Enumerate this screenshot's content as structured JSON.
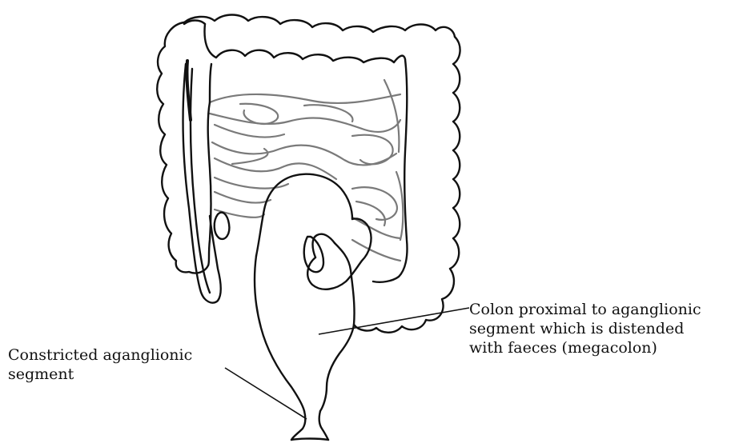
{
  "labels": {
    "constricted": {
      "line1": "Constricted aganglionic",
      "line2": "segment"
    },
    "proximal": {
      "line1": "Colon proximal to aganglionic",
      "line2": "segment which is distended",
      "line3": "with faeces (megacolon)"
    }
  },
  "colors": {
    "outline": "#111111",
    "small_intestine": "#7a7a7a",
    "background": "#ffffff"
  }
}
